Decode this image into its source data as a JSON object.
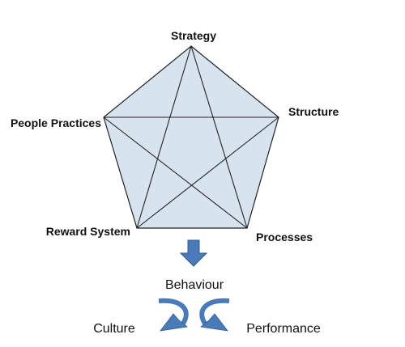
{
  "vertices": {
    "strategy": "Strategy",
    "structure": "Structure",
    "processes": "Processes",
    "reward_system": "Reward System",
    "people_practices": "People Practices"
  },
  "outcomes": {
    "behaviour": "Behaviour",
    "culture": "Culture",
    "performance": "Performance"
  },
  "colors": {
    "pentagon_fill": "#d8e3f0",
    "pentagon_stroke": "#222222",
    "arrow_fill": "#4a7ab8",
    "arrow_stroke": "#2f5a90"
  }
}
